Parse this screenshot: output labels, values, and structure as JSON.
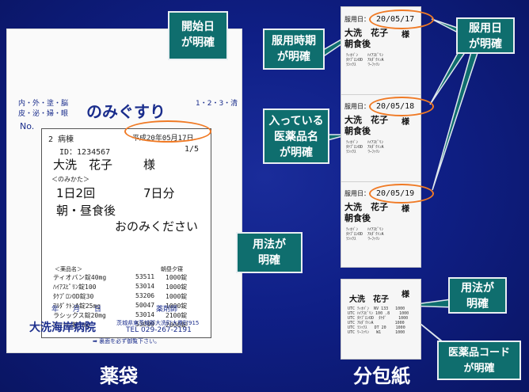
{
  "captions": {
    "bag": "薬袋",
    "packet": "分包紙"
  },
  "callouts": {
    "start_date": "開始日\nが明確",
    "timing": "服用時期\nが明確",
    "drug_name": "入っている\n医薬品名\nが明確",
    "usage_bag": "用法が\n明確",
    "dose_date": "服用日\nが明確",
    "usage_packet": "用法が\n明確",
    "drug_code": "医薬品コード\nが明確"
  },
  "bag": {
    "header_left_1": "内・外・塗・脳",
    "header_left_2": "皮・泌・婦・眼",
    "title": "のみぐすり",
    "header_right": "1・2・3・清",
    "no_label": "No.",
    "ward": "2 病棟",
    "date": "平成20年05月17日",
    "id": "ID：1234567",
    "page": "1/5",
    "patient_name": "大洗　花子",
    "sama": "様",
    "how_to_label": "＜のみかた＞",
    "frequency": "1日2回",
    "days": "7日分",
    "timing": "朝・昼食後",
    "instruction": "おのみください",
    "drug_header": "＜薬品名＞",
    "dose_header": "朝昼夕寝",
    "drugs": [
      {
        "name": "ティオバン錠40mg",
        "code": "53511",
        "dose": "1000錠"
      },
      {
        "name": "ﾊｲｱｽﾋﾟﾘﾝ錠100",
        "code": "53014",
        "dose": "1000錠"
      },
      {
        "name": "ﾀｹﾌﾟﾛﾝOD錠30",
        "code": "53206",
        "dose": "1000錠"
      },
      {
        "name": "ｱﾙﾀﾞｸﾄﾝA錠25mg",
        "code": "50047",
        "dose": "1000錠"
      },
      {
        "name": "ラシックス錠20mg",
        "code": "53014",
        "dose": "2100錠"
      },
      {
        "name": "ﾜｰﾌｧﾘﾝ錠1mg",
        "code": "53009",
        "dose": "2000錠"
      }
    ],
    "footer_month_day": "年　　月　　日",
    "footer_pharmacist": "薬剤師",
    "hospital": "大洗海岸病院",
    "address": "茨城県東茨城郡大洗町大貫町915",
    "tel": "TEL 029-267-2191",
    "note": "➡ 裏面を必ず御覧下さい。"
  },
  "packets": [
    {
      "date_label": "服用日：",
      "date": "20/05/17",
      "name": "大洗　花子",
      "sama": "様",
      "timing": "朝食後"
    },
    {
      "date_label": "服用日：",
      "date": "20/05/18",
      "name": "大洗　花子",
      "sama": "様",
      "timing": "朝食後"
    },
    {
      "date_label": "服用日：",
      "date": "20/05/19",
      "name": "大洗　花子",
      "sama": "様",
      "timing": "朝食後"
    }
  ],
  "packet_small": {
    "name": "大洗　花子",
    "sama": "様"
  },
  "colors": {
    "background": "#0f1f86",
    "callout": "#0f6e6e",
    "highlight": "#f07a25",
    "bag_text": "#1a2d8c"
  }
}
